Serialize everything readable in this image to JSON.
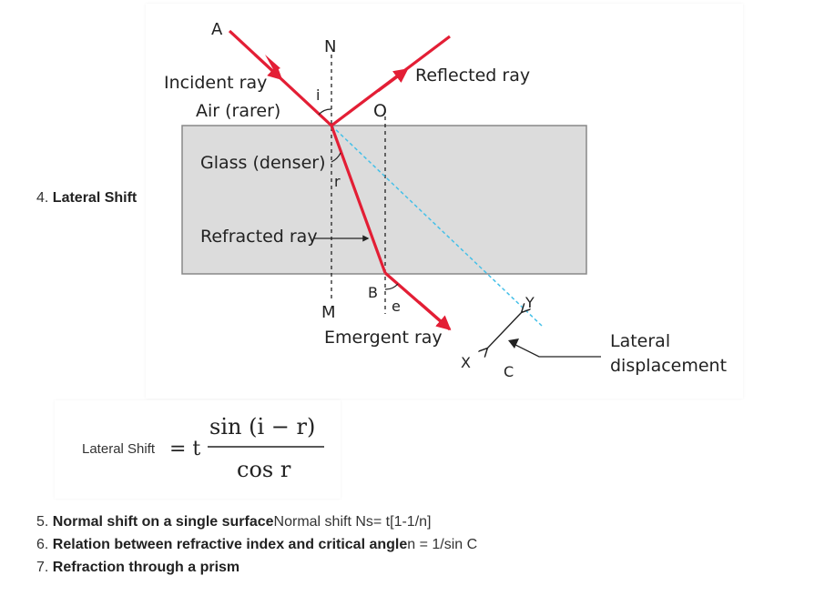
{
  "items": {
    "lateral_shift": {
      "number": "4.",
      "title": "Lateral Shift"
    },
    "normal_shift": {
      "number": "5.",
      "title": "Normal shift on a single surface",
      "text": "Normal shift Ns= t[1-1/n]"
    },
    "critical_angle": {
      "number": "6.",
      "title": "Relation between refractive index and critical angle",
      "text": "n = 1/sin C"
    },
    "prism": {
      "number": "7.",
      "title": "Refraction through a prism"
    }
  },
  "diagram": {
    "label_A": "A",
    "label_N": "N",
    "label_incident": "Incident ray",
    "label_air": "Air (rarer)",
    "label_i": "i",
    "label_O": "O",
    "label_reflected": "Reflected ray",
    "label_glass": "Glass (denser)",
    "label_r": "r",
    "label_refracted": "Refracted ray",
    "label_B": "B",
    "label_e": "e",
    "label_M": "M",
    "label_emergent": "Emergent ray",
    "label_X": "X",
    "label_C": "C",
    "label_Y": "Y",
    "label_lateral_1": "Lateral",
    "label_lateral_2": "displacement",
    "colors": {
      "ray": "#e31e35",
      "dashed": "#45c0e8",
      "glass": "#dcdcdc",
      "glass_border": "#888888"
    }
  },
  "formula": {
    "lhs": "Lateral Shift",
    "eq": "= t",
    "numerator": "sin (i − r)",
    "denominator": "cos r"
  }
}
